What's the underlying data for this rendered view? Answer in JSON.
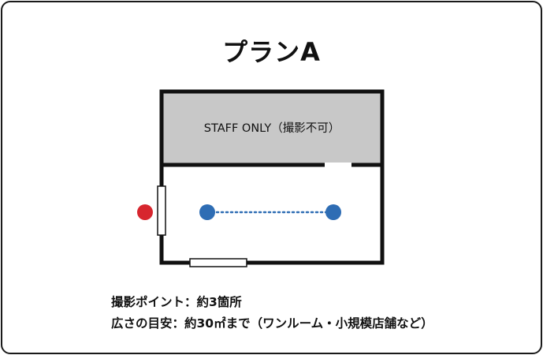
{
  "plan": {
    "title": "プランA",
    "staff_room_label": "STAFF ONLY（撮影不可）",
    "captions": {
      "shooting_points": "撮影ポイント：約3箇所",
      "area_guide": "広さの目安：約30㎡まで（ワンルーム・小規模店舗など）"
    },
    "markers": [
      {
        "name": "camera-point-outside",
        "color": "#d7262e"
      },
      {
        "name": "camera-point-left",
        "color": "#2e6db4"
      },
      {
        "name": "camera-point-right",
        "color": "#2e6db4"
      }
    ],
    "colors": {
      "wall": "#111111",
      "staff_area_fill": "#c8c8c8",
      "path_line": "#2e6db4"
    }
  }
}
